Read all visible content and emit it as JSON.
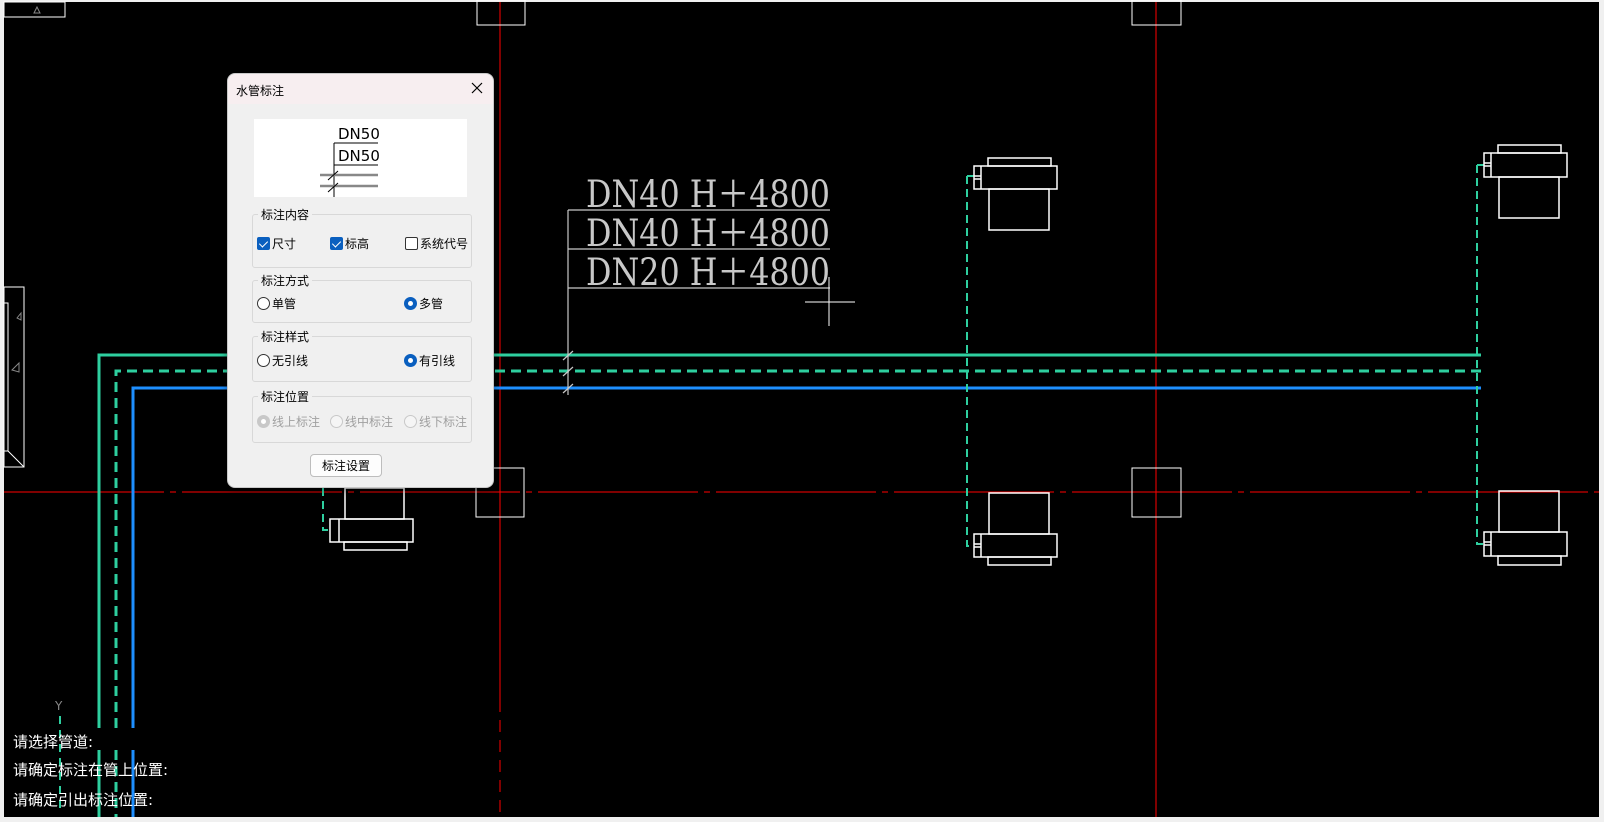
{
  "canvas": {
    "annotation_lines": [
      "DN40 H＋4800",
      "DN40 H＋4800",
      "DN20 H＋4800"
    ],
    "axis_label": "Y",
    "colors": {
      "background": "#000000",
      "axis": "#ff0000",
      "pipe_supply": "#2ecf9f",
      "pipe_blue": "#1e8fff",
      "annotation": "#c8c8c8"
    }
  },
  "command_line": [
    "请选择管道:",
    "请确定标注在管上位置:",
    "请确定引出标注位置:"
  ],
  "dialog": {
    "title": "水管标注",
    "close_icon": "close-icon",
    "preview": {
      "line1": "DN50",
      "line2": "DN50"
    },
    "content_group": {
      "label": "标注内容",
      "options": [
        {
          "label": "尺寸",
          "checked": true
        },
        {
          "label": "标高",
          "checked": true
        },
        {
          "label": "系统代号",
          "checked": false
        }
      ]
    },
    "method_group": {
      "label": "标注方式",
      "options": [
        {
          "label": "单管",
          "selected": false
        },
        {
          "label": "多管",
          "selected": true
        }
      ]
    },
    "style_group": {
      "label": "标注样式",
      "options": [
        {
          "label": "无引线",
          "selected": false
        },
        {
          "label": "有引线",
          "selected": true
        }
      ]
    },
    "position_group": {
      "label": "标注位置",
      "disabled": true,
      "options": [
        {
          "label": "线上标注",
          "selected": true
        },
        {
          "label": "线中标注",
          "selected": false
        },
        {
          "label": "线下标注",
          "selected": false
        }
      ]
    },
    "settings_button": "标注设置"
  }
}
